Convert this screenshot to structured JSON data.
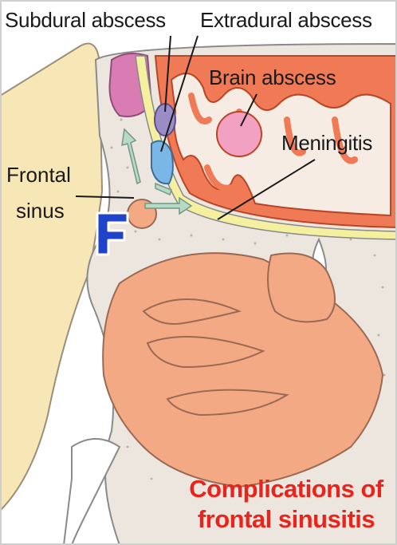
{
  "labels": {
    "subdural_abscess": "Subdural abscess",
    "extradural_abscess": "Extradural abscess",
    "brain_abscess": "Brain abscess",
    "meningitis": "Meningitis",
    "frontal_sinus_line1": "Frontal",
    "frontal_sinus_line2": "sinus"
  },
  "badge": "F",
  "caption": {
    "line1": "Complications of",
    "line2": "frontal sinusitis"
  },
  "colors": {
    "skin": "#f7e7b6",
    "bone": "#ece6de",
    "bone_outline": "#8a8a8a",
    "brain": "#ef7a55",
    "brain_outline": "#b84525",
    "nasal_tissue": "#f4a985",
    "subdural": "#9b8cc7",
    "extradural": "#7bb7e6",
    "brain_abscess": "#f2a1c2",
    "meninges": "#f5f0a0",
    "arrow": "#b9d8c6",
    "badge_fill": "#1f43c9",
    "caption": "#e8241c"
  }
}
